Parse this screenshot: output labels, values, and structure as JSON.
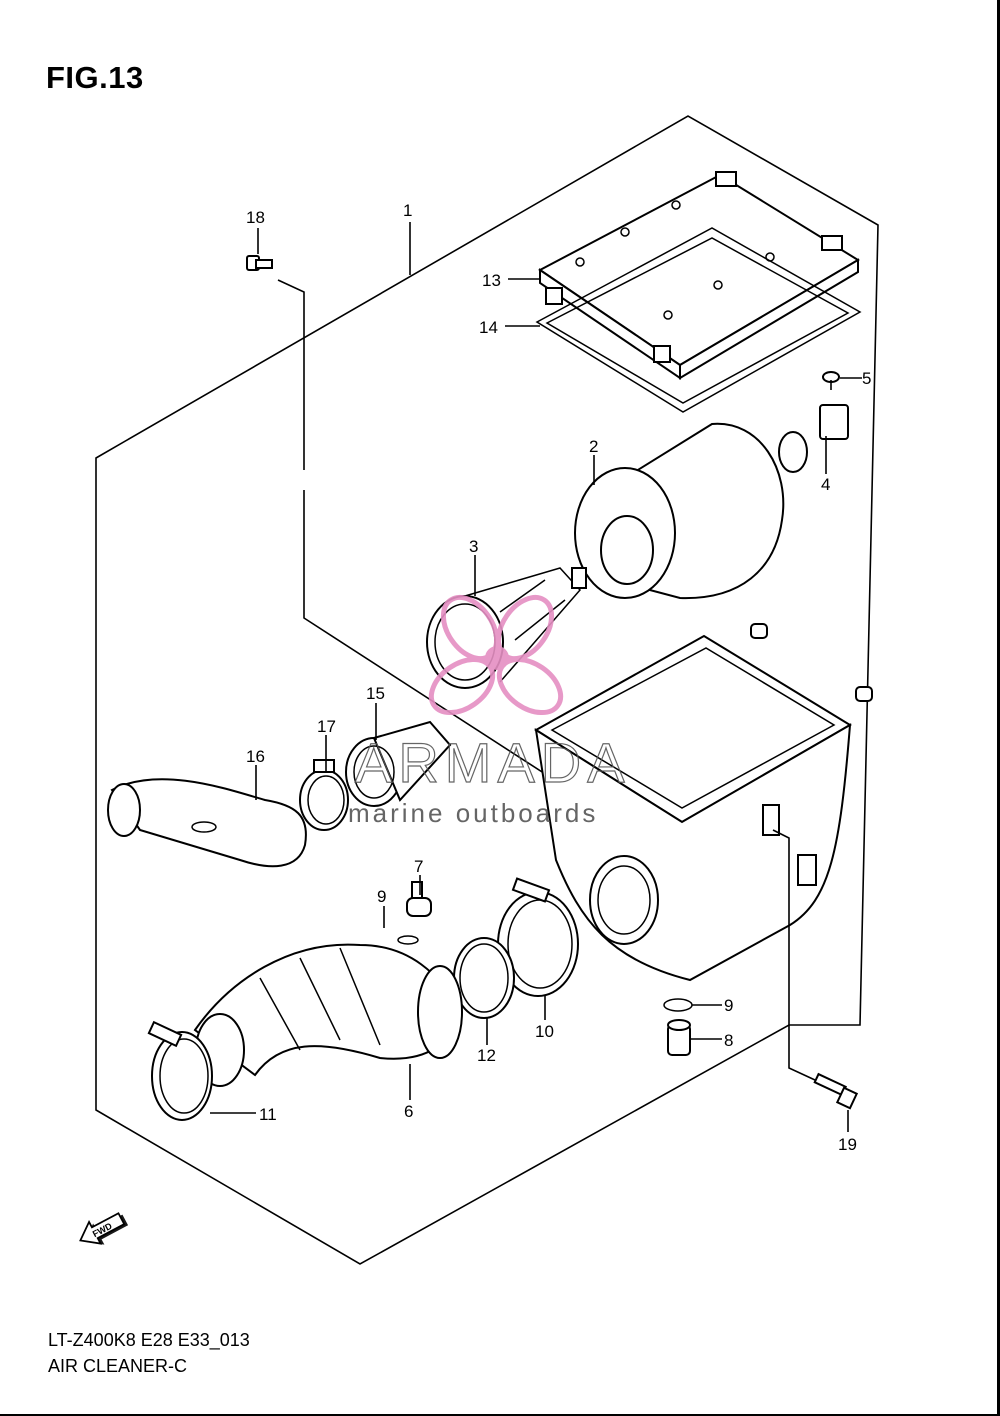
{
  "figure": {
    "title": "FIG.13",
    "model_code": "LT-Z400K8 E28 E33_013",
    "section_name": "AIR CLEANER-C"
  },
  "watermark": {
    "brand": "ARMADA",
    "tagline": "marine outboards",
    "color": "#e58fc3"
  },
  "fwd_label": "FWD",
  "callouts": [
    {
      "id": "1",
      "label": "1"
    },
    {
      "id": "2",
      "label": "2"
    },
    {
      "id": "3",
      "label": "3"
    },
    {
      "id": "4",
      "label": "4"
    },
    {
      "id": "5",
      "label": "5"
    },
    {
      "id": "6",
      "label": "6"
    },
    {
      "id": "7",
      "label": "7"
    },
    {
      "id": "8",
      "label": "8"
    },
    {
      "id": "9a",
      "label": "9"
    },
    {
      "id": "9b",
      "label": "9"
    },
    {
      "id": "10",
      "label": "10"
    },
    {
      "id": "11",
      "label": "11"
    },
    {
      "id": "12",
      "label": "12"
    },
    {
      "id": "13",
      "label": "13"
    },
    {
      "id": "14",
      "label": "14"
    },
    {
      "id": "15",
      "label": "15"
    },
    {
      "id": "16",
      "label": "16"
    },
    {
      "id": "17",
      "label": "17"
    },
    {
      "id": "18",
      "label": "18"
    },
    {
      "id": "19",
      "label": "19"
    }
  ]
}
